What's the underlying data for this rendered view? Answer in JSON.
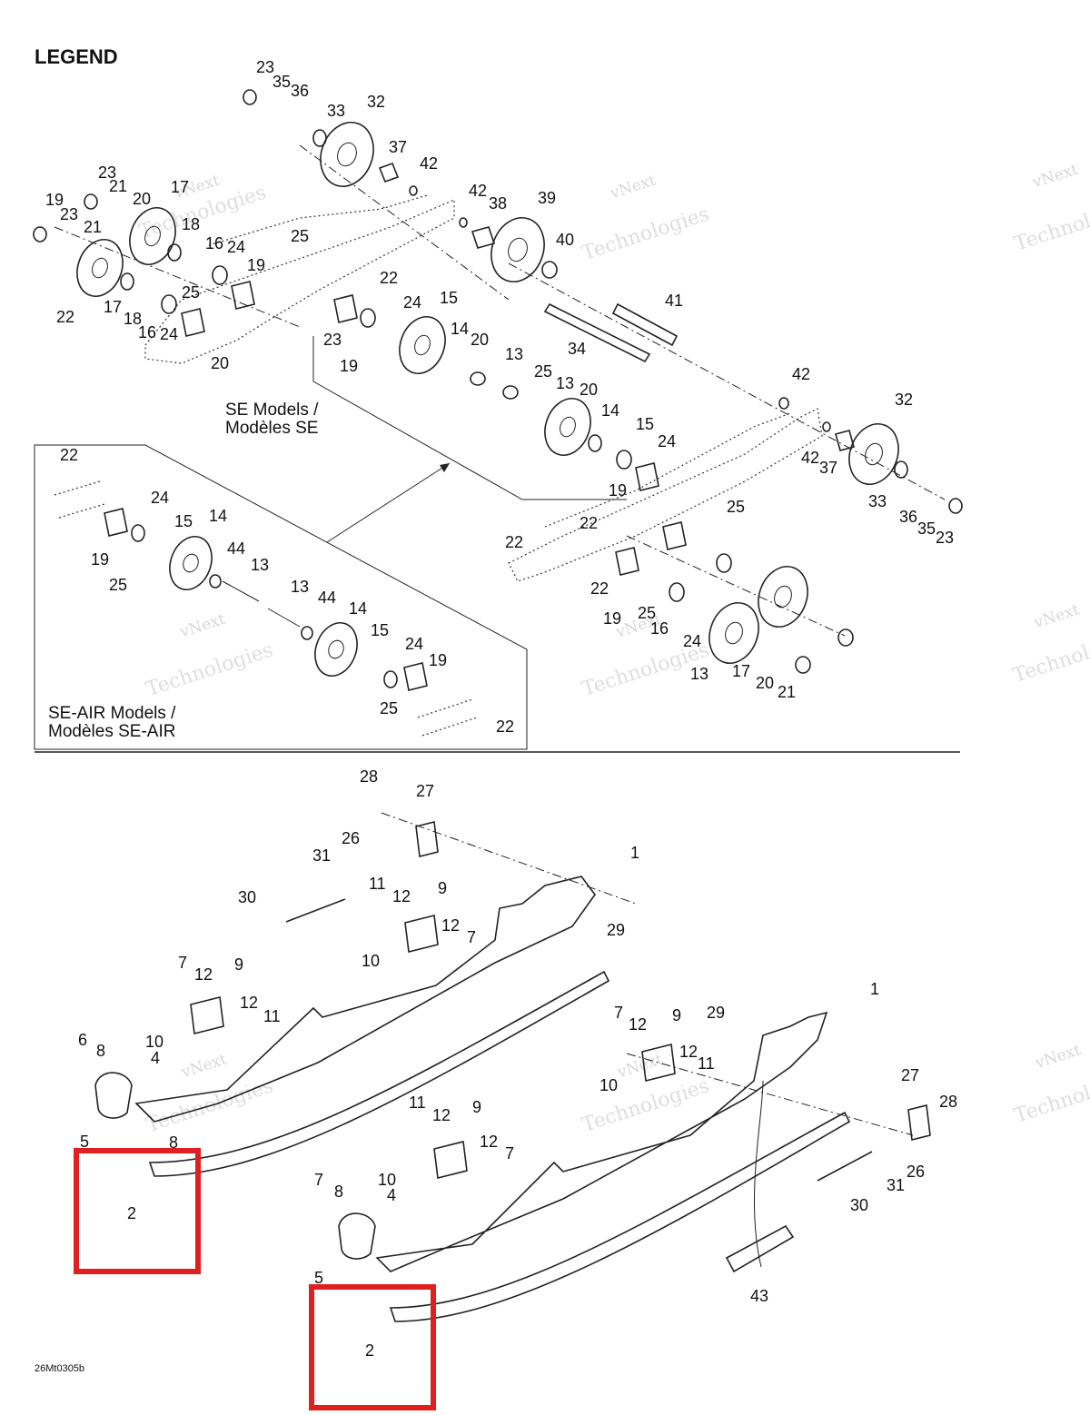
{
  "legend_title": "LEGEND",
  "figure_code": "26Mt0305b",
  "insets": {
    "se_models": [
      "SE Models /",
      "Modèles SE"
    ],
    "se_air_models": [
      "SE-AIR Models /",
      "Modèles SE-AIR"
    ]
  },
  "watermark": {
    "line1": "vNext",
    "line2": "Technologies",
    "combined": "vNext Technologies"
  },
  "highlight_color": "#e02020",
  "callouts": {
    "top": [
      "23",
      "35",
      "36",
      "33",
      "32",
      "37",
      "42",
      "42",
      "38",
      "39",
      "40",
      "41",
      "34",
      "42",
      "32",
      "42",
      "37",
      "33",
      "36",
      "35",
      "23",
      "23",
      "21",
      "20",
      "17",
      "18",
      "16",
      "24",
      "19",
      "25",
      "22",
      "17",
      "18",
      "16",
      "24",
      "25",
      "19",
      "23",
      "21",
      "20",
      "22",
      "24",
      "15",
      "14",
      "20",
      "13",
      "23",
      "19",
      "25",
      "13",
      "20",
      "14",
      "15",
      "24",
      "19",
      "25",
      "22",
      "22",
      "22",
      "19",
      "25",
      "16",
      "24",
      "13",
      "17",
      "20",
      "21",
      "23"
    ],
    "inset": [
      "22",
      "24",
      "15",
      "14",
      "19",
      "25",
      "44",
      "13",
      "13",
      "44",
      "14",
      "15",
      "24",
      "19",
      "25",
      "22"
    ],
    "bottom": [
      "28",
      "27",
      "26",
      "31",
      "30",
      "1",
      "11",
      "12",
      "9",
      "29",
      "12",
      "7",
      "10",
      "7",
      "12",
      "9",
      "12",
      "11",
      "10",
      "6",
      "8",
      "4",
      "5",
      "8",
      "2",
      "1",
      "29",
      "7",
      "12",
      "9",
      "12",
      "11",
      "10",
      "27",
      "28",
      "11",
      "12",
      "9",
      "12",
      "7",
      "26",
      "31",
      "30",
      "10",
      "4",
      "7",
      "8",
      "5",
      "43",
      "2"
    ]
  }
}
